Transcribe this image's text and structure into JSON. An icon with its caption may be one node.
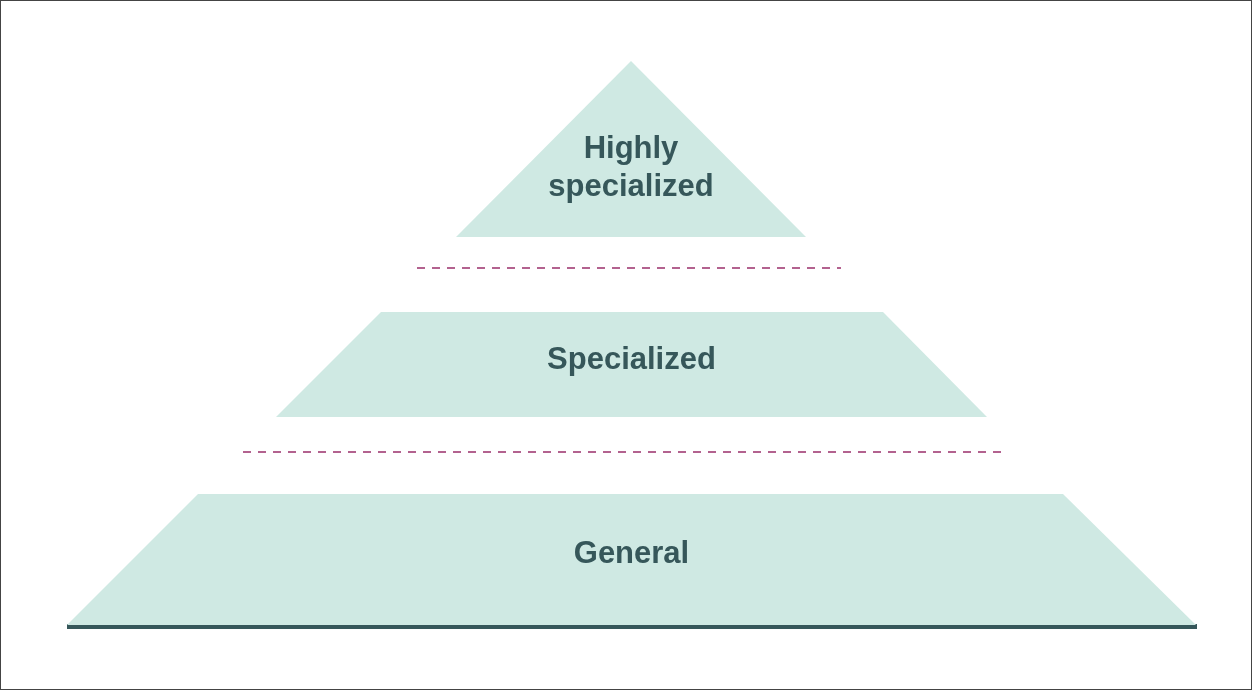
{
  "diagram": {
    "nodes": [
      {
        "text": [
          "Highly specialized"
        ]
      },
      {
        "text": [
          "Specialized"
        ]
      },
      {
        "text": [
          "General"
        ]
      }
    ]
  }
}
